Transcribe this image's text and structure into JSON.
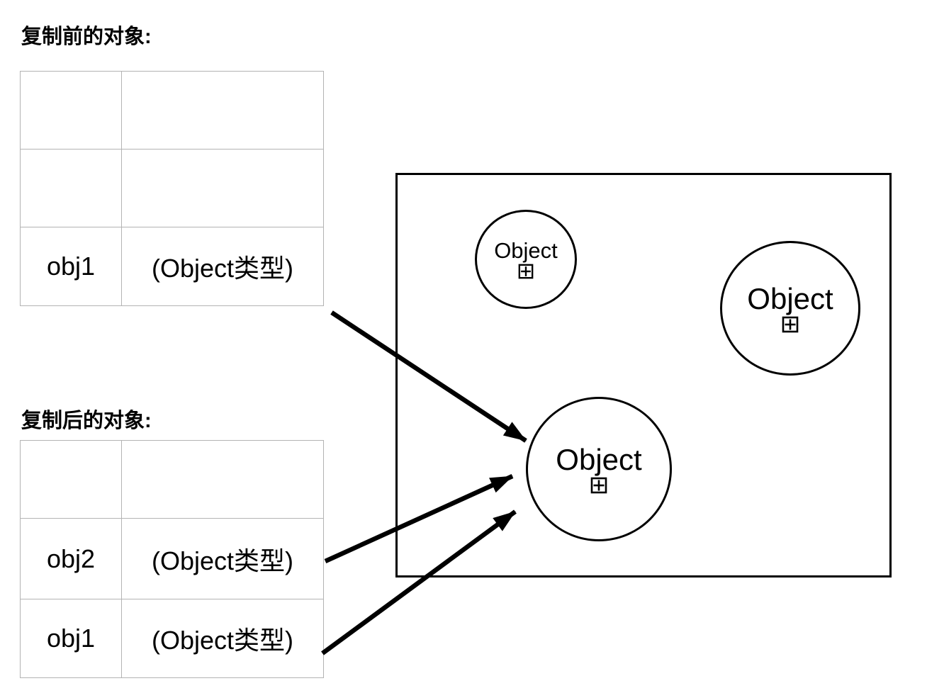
{
  "before": {
    "label": "复制前的对象:",
    "table": {
      "rows": [
        [
          "",
          ""
        ],
        [
          "",
          ""
        ],
        [
          "obj1",
          "(Object类型)"
        ]
      ]
    }
  },
  "after": {
    "label": "复制后的对象:",
    "table": {
      "rows": [
        [
          "",
          ""
        ],
        [
          "obj2",
          "(Object类型)"
        ],
        [
          "obj1",
          "(Object类型)"
        ]
      ]
    }
  },
  "heap": {
    "objects": [
      {
        "label": "Object",
        "icon": "plus-box-icon"
      },
      {
        "label": "Object",
        "icon": "plus-box-icon"
      },
      {
        "label": "Object",
        "icon": "plus-box-icon"
      }
    ],
    "arrows": [
      {
        "from": "before obj1",
        "to": "shared Object"
      },
      {
        "from": "after obj2",
        "to": "shared Object"
      },
      {
        "from": "after obj1",
        "to": "shared Object"
      }
    ]
  },
  "colors": {
    "stroke": "#000000",
    "table_border": "#b3b3b3",
    "text": "#000000",
    "background": "#ffffff"
  }
}
